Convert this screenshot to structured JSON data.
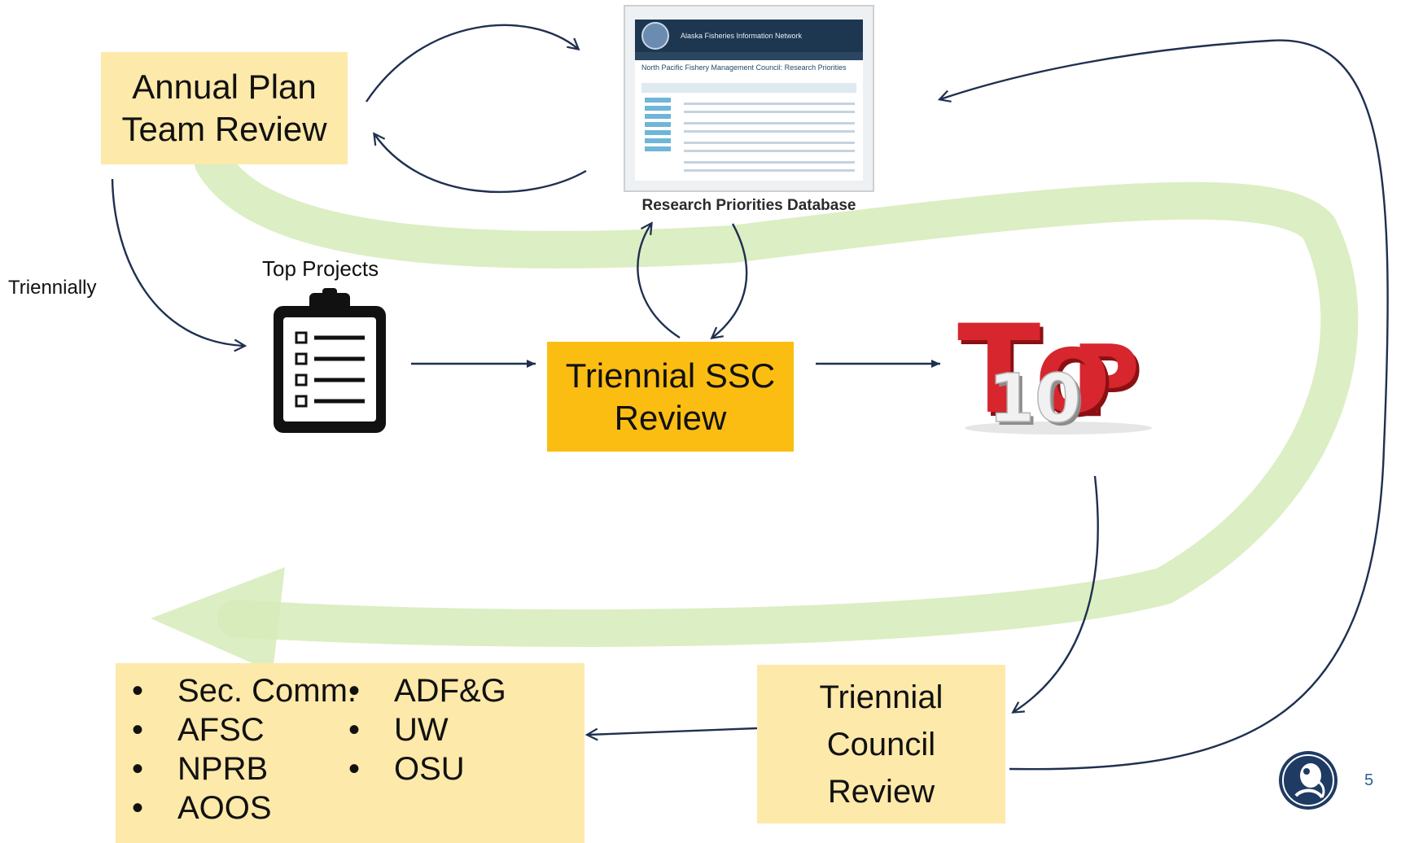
{
  "boxes": {
    "annual_plan": {
      "lines": [
        "Annual Plan",
        "Team Review"
      ]
    },
    "triennial_ssc": {
      "lines": [
        "Triennial SSC",
        "Review"
      ]
    },
    "triennial_council": {
      "lines": [
        "Triennial",
        "Council",
        "Review"
      ]
    }
  },
  "labels": {
    "triennially": "Triennially",
    "top_projects": "Top Projects",
    "database_caption": "Research Priorities Database",
    "page_number": "5"
  },
  "database_screenshot": {
    "header_title": "Alaska Fisheries Information Network",
    "page_title": "North Pacific Fishery Management Council: Research Priorities"
  },
  "top10_graphic": {
    "letters": [
      "T",
      "10",
      "O",
      "P"
    ]
  },
  "agencies": {
    "bullet": "•",
    "column_1": [
      "Sec. Comm.",
      "AFSC",
      "NPRB",
      "AOOS"
    ],
    "column_2": [
      "ADF&G",
      "UW",
      "OSU"
    ]
  },
  "colors": {
    "light_box": "#fde9a9",
    "gold_box": "#fbbd12",
    "arrow": "#1f3050",
    "flow_band": "#d6ebb8",
    "top10_red": "#d7262e"
  }
}
